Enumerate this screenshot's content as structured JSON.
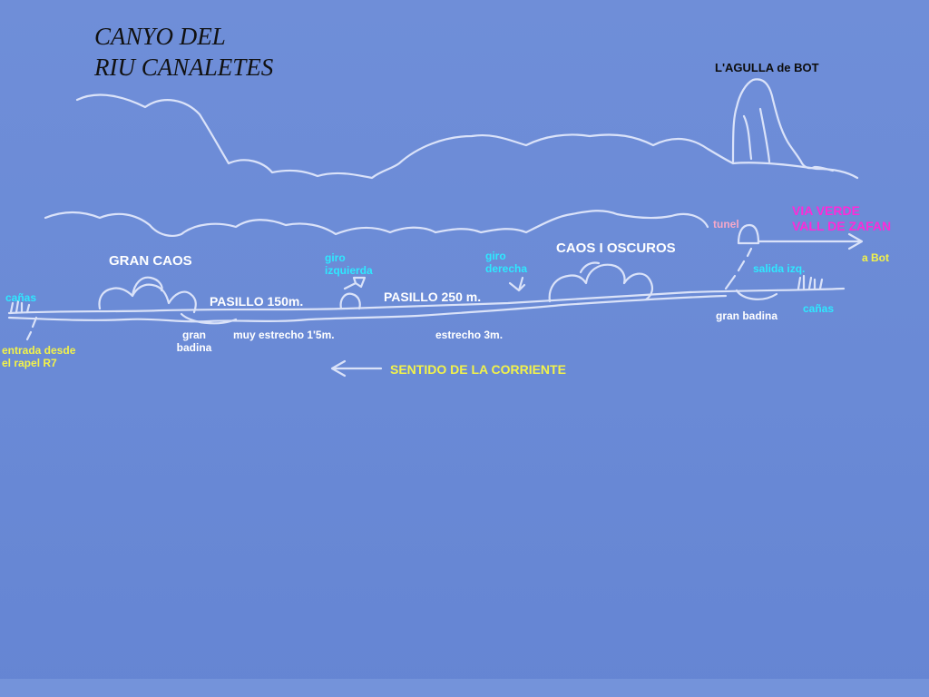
{
  "title": {
    "line1": "CANYO DEL",
    "line2": "RIU CANALETES"
  },
  "landmark": "L'AGULLA de BOT",
  "sections": {
    "gran_caos": "GRAN CAOS",
    "pasillo_150": "PASILLO 150m.",
    "pasillo_250": "PASILLO 250 m.",
    "caos_oscuros": "CAOS I OSCUROS"
  },
  "turns": {
    "left": "giro\nizquierda",
    "right": "giro\nderecha"
  },
  "features": {
    "canas_left": "cañas",
    "canas_right": "cañas",
    "entrada": "entrada desde\nel rapel R7",
    "gran_badina_left": "gran\nbadina",
    "muy_estrecho": "muy estrecho 1'5m.",
    "estrecho": "estrecho 3m.",
    "gran_badina_right": "gran badina",
    "tunel": "tunel",
    "salida": "salida izq.",
    "a_bot": "a Bot",
    "via_verde": "VIA VERDE\nVALL DE ZAFAN"
  },
  "current_direction": "SENTIDO DE LA CORRIENTE",
  "colors": {
    "background": "#6a8ad6",
    "chalk": "#ffffff",
    "cyan": "#2ee8ff",
    "yellow": "#f2f24a",
    "pink": "#f7a8c8",
    "magenta": "#ff2ad8"
  }
}
